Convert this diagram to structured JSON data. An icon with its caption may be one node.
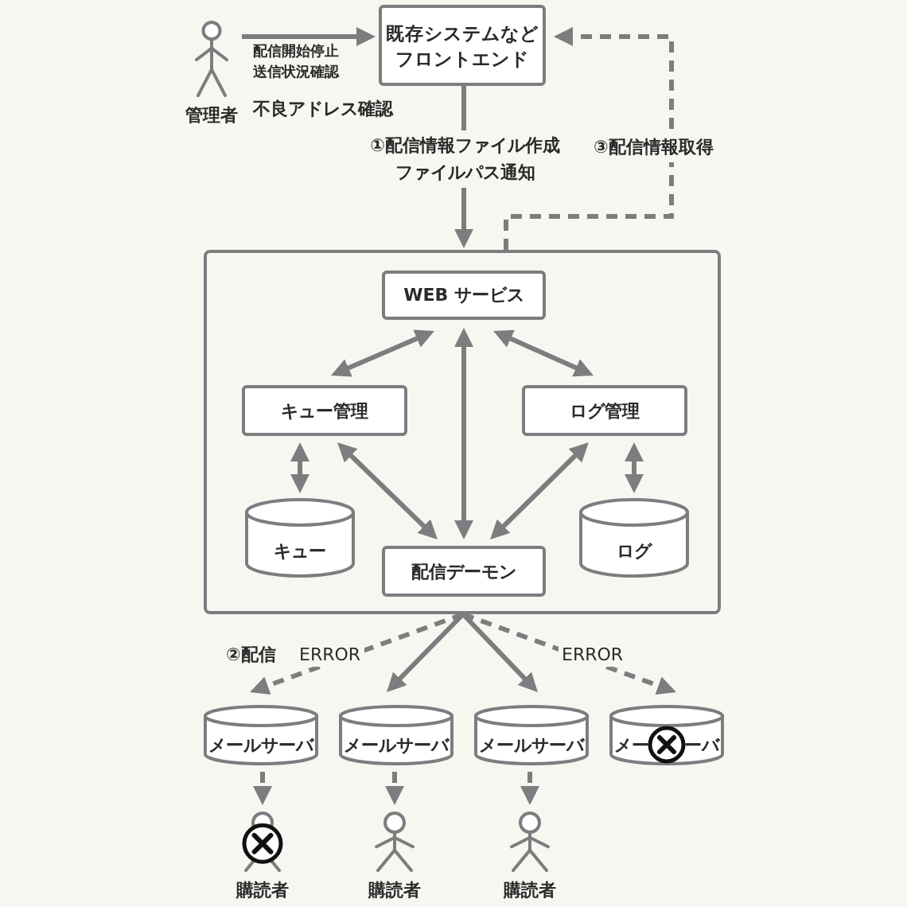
{
  "diagram": {
    "nodes": [
      {
        "text": [],
        "shape": "person",
        "beside": [
          "管理者"
        ]
      },
      {
        "text": [
          "既存システムなどフロントエンド"
        ]
      },
      {
        "text": [],
        "shape": "box"
      },
      {
        "text": [
          "WEB サービス"
        ],
        "in": 2
      },
      {
        "text": [
          "キュー管理"
        ],
        "in": 2
      },
      {
        "text": [
          "ログ管理"
        ],
        "in": 2
      },
      {
        "text": [
          "キュー"
        ],
        "in": 2
      },
      {
        "text": [
          "配信デーモン"
        ],
        "in": 2
      },
      {
        "text": [
          "ログ"
        ],
        "in": 2
      },
      {
        "text": [
          "メールサーバ"
        ]
      },
      {
        "text": [
          "メールサーバ"
        ]
      },
      {
        "text": [
          "メールサーバ"
        ]
      },
      {
        "text": [
          "メー",
          "ーバ"
        ]
      },
      {
        "text": [],
        "shape": "person",
        "beside": [
          "購読者"
        ]
      },
      {
        "text": [],
        "shape": "person",
        "beside": [
          "購読者"
        ]
      },
      {
        "text": [],
        "shape": "person",
        "beside": [
          "購読者"
        ]
      }
    ],
    "edges": [
      {
        "from": 0,
        "to": 1,
        "arrow": "to",
        "label": "配信開始停止送信状況確認"
      },
      {
        "from": 1,
        "to": 2,
        "arrow": "to",
        "label": "①配信情報ファイル作成ファイルパス通知"
      },
      {
        "from": 2,
        "to": 1,
        "arrow": "to",
        "label": "③配信情報取得",
        "style": "dashed"
      },
      {
        "from": 3,
        "to": 4,
        "arrow": "both"
      },
      {
        "from": 3,
        "to": 7,
        "arrow": "both"
      },
      {
        "from": 3,
        "to": 5,
        "arrow": "both"
      },
      {
        "from": 4,
        "to": 6,
        "arrow": "both"
      },
      {
        "from": 4,
        "to": 7,
        "arrow": "both"
      },
      {
        "from": 5,
        "to": 7,
        "arrow": "both"
      },
      {
        "from": 5,
        "to": 8,
        "arrow": "both"
      },
      {
        "from": 2,
        "to": 9,
        "arrow": "to",
        "label": "ERROR",
        "style": "dashed"
      },
      {
        "from": 2,
        "to": 10,
        "arrow": "to"
      },
      {
        "from": 2,
        "to": 11,
        "arrow": "to"
      },
      {
        "from": 2,
        "to": 12,
        "arrow": "to",
        "label": "ERROR",
        "style": "dashed"
      },
      {
        "from": 9,
        "to": 13,
        "arrow": "to",
        "style": "dashed"
      },
      {
        "from": 10,
        "to": 14,
        "arrow": "to",
        "style": "dashed"
      },
      {
        "from": 11,
        "to": 15,
        "arrow": "to",
        "style": "dashed"
      }
    ],
    "labels": [
      "不良アドレス確認",
      "②配信"
    ]
  }
}
